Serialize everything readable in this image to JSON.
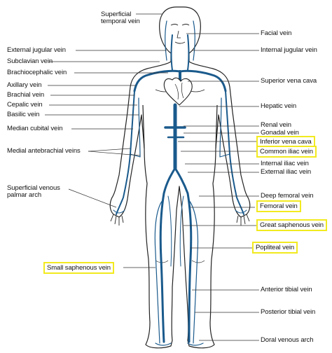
{
  "diagram": {
    "highlight_color": "#f2ea1f",
    "vein_color": "#1a5a8c",
    "labels": {
      "superficial_temporal": "Superficial\ntemporal vein",
      "facial": "Facial vein",
      "external_jugular": "External jugular vein",
      "internal_jugular": "Internal jugular vein",
      "subclavian": "Subclavian vein",
      "brachiocephalic": "Brachiocephalic vein",
      "superior_vena_cava": "Superior vena cava",
      "axillary": "Axillary vein",
      "brachial": "Brachial vein",
      "cephalic": "Cepalic vein",
      "hepatic": "Hepatic vein",
      "basilic": "Basilic vein",
      "renal": "Renal vein",
      "gonadal": "Gonadal vein",
      "median_cubital": "Median cubital vein",
      "inferior_vena_cava": "Inferior vena cava",
      "medial_antebrachial": "Medial antebrachial veins",
      "common_iliac": "Common iliac vein",
      "internal_iliac": "Internal iliac vein",
      "external_iliac": "External iliac vein",
      "superficial_venous_palmar": "Superficial venous\npalmar arch",
      "deep_femoral": "Deep femoral vein",
      "femoral": "Femoral vein",
      "great_saphenous": "Great saphenous vein",
      "popliteal": "Popliteal vein",
      "small_saphenous": "Small saphenous vein",
      "anterior_tibial": "Anterior tibial vein",
      "posterior_tibial": "Posterior tibial vein",
      "dorsal_venous_arch": "Doral venous arch"
    }
  }
}
